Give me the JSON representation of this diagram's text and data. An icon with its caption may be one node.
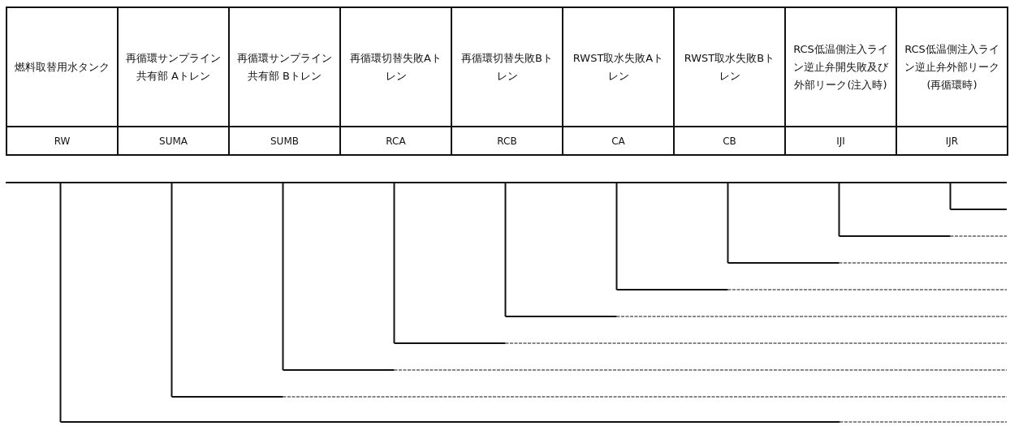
{
  "diagram": {
    "labels": [
      "燃料取替用水タンク",
      "再循環サンプライン共有部 Aトレン",
      "再循環サンプライン共有部 Bトレン",
      "再循環切替失敗Aトレン",
      "再循環切替失敗Bトレン",
      "RWST取水失敗Aトレン",
      "RWST取水失敗Bトレン",
      "RCS低温側注入ライン逆止弁開失敗及び外部リーク(注入時)",
      "RCS低温側注入ライン逆止弁外部リーク(再循環時)",
      "RW",
      "SUMA",
      "SUMB",
      "RCA",
      "RCB",
      "CA",
      "CB",
      "IJI",
      "IJR"
    ]
  }
}
